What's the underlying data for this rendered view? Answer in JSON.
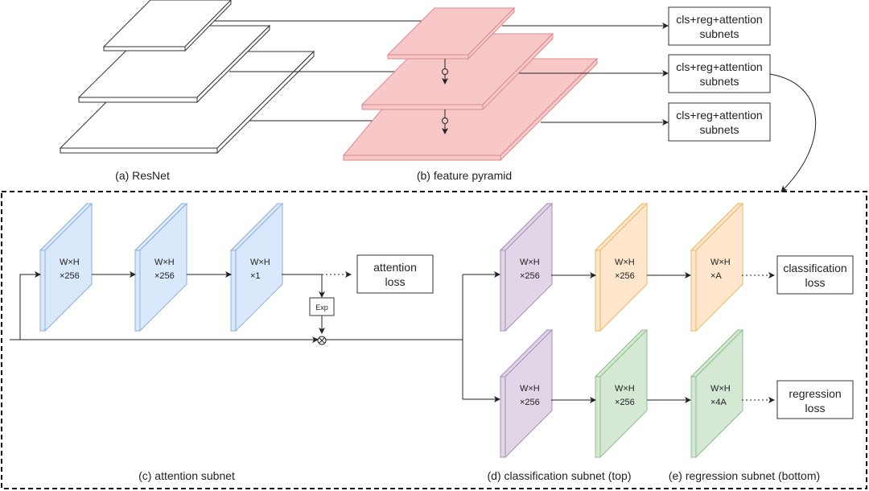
{
  "colors": {
    "resnet_fill": "#ffffff",
    "resnet_stroke": "#333333",
    "pyramid_fill": "#f8c8c8",
    "pyramid_stroke": "#d98a8a",
    "attention_fill": "#dae8fc",
    "attention_stroke": "#8fb0d8",
    "cls_shared_fill": "#e1d5e7",
    "cls_shared_stroke": "#a590b8",
    "cls_fill": "#ffe6cc",
    "cls_stroke": "#e8b860",
    "reg_fill": "#d5e8d4",
    "reg_stroke": "#90c08c",
    "line": "#222222"
  },
  "captions": {
    "resnet": "(a) ResNet",
    "pyramid": "(b) feature pyramid",
    "attention": "(c) attention subnet",
    "classification": "(d) classification subnet (top)",
    "regression": "(e) regression subnet (bottom)"
  },
  "subnet_boxes": [
    {
      "line1": "cls+reg+attention",
      "line2": "subnets"
    },
    {
      "line1": "cls+reg+attention",
      "line2": "subnets"
    },
    {
      "line1": "cls+reg+attention",
      "line2": "subnets"
    }
  ],
  "attention_maps": [
    {
      "line1": "W×H",
      "line2": "×256"
    },
    {
      "line1": "W×H",
      "line2": "×256"
    },
    {
      "line1": "W×H",
      "line2": "×1"
    }
  ],
  "exp_label": "Exp",
  "attention_loss": {
    "line1": "attention",
    "line2": "loss"
  },
  "cls_maps": [
    {
      "line1": "W×H",
      "line2": "×256"
    },
    {
      "line1": "W×H",
      "line2": "×256"
    },
    {
      "line1": "W×H",
      "line2": "×A"
    }
  ],
  "reg_maps": [
    {
      "line1": "W×H",
      "line2": "×256"
    },
    {
      "line1": "W×H",
      "line2": "×256"
    },
    {
      "line1": "W×H",
      "line2": "×4A"
    }
  ],
  "classification_loss": {
    "line1": "classification",
    "line2": "loss"
  },
  "regression_loss": {
    "line1": "regression",
    "line2": "loss"
  }
}
